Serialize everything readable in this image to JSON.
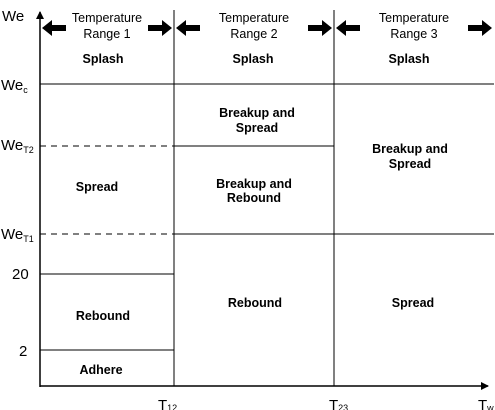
{
  "y_axis": {
    "title": "We",
    "levels": [
      {
        "id": "we_c",
        "label": "We",
        "sub": "c"
      },
      {
        "id": "we_t2",
        "label": "We",
        "sub": "T2"
      },
      {
        "id": "we_t1",
        "label": "We",
        "sub": "T1"
      },
      {
        "id": "we_20",
        "label": "20",
        "sub": ""
      },
      {
        "id": "we_2",
        "label": "2",
        "sub": ""
      }
    ]
  },
  "x_axis": {
    "title": {
      "label": "T",
      "sub": "w"
    },
    "ticks": [
      {
        "id": "t12",
        "label": "T",
        "sub": "12"
      },
      {
        "id": "t23",
        "label": "T",
        "sub": "23"
      }
    ]
  },
  "ranges": [
    {
      "line1": "Temperature",
      "line2": "Range 1"
    },
    {
      "line1": "Temperature",
      "line2": "Range 2"
    },
    {
      "line1": "Temperature",
      "line2": "Range 3"
    }
  ],
  "regions": {
    "r1_splash": "Splash",
    "r1_spread": "Spread",
    "r1_rebound": "Rebound",
    "r1_adhere": "Adhere",
    "r2_splash": "Splash",
    "r2_breakup_spread_1": "Breakup and",
    "r2_breakup_spread_2": "Spread",
    "r2_breakup_rebound_1": "Breakup and",
    "r2_breakup_rebound_2": "Rebound",
    "r2_rebound": "Rebound",
    "r3_splash": "Splash",
    "r3_breakup_spread_1": "Breakup and",
    "r3_breakup_spread_2": "Spread",
    "r3_spread": "Spread"
  },
  "colors": {
    "line": "#000000"
  }
}
